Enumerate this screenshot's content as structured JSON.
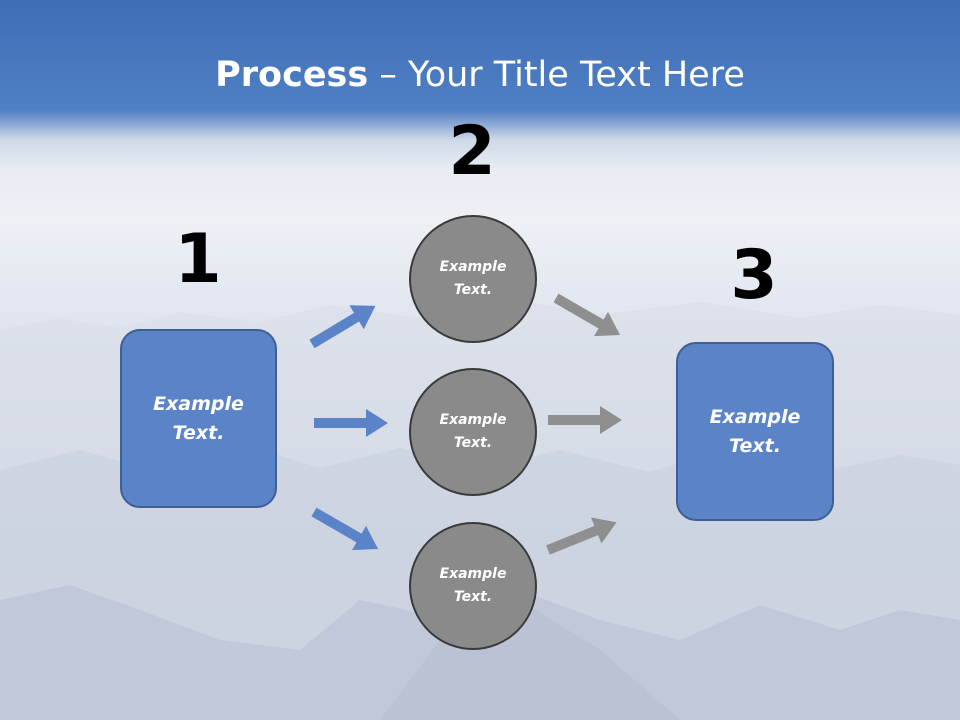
{
  "colors": {
    "box_fill": "#5b84c8",
    "circle_fill": "#8a8a8a",
    "blue_arrow": "#5b84c8",
    "gray_arrow": "#8f8f8f"
  },
  "title": {
    "bold": "Process",
    "rest": " – Your Title Text Here"
  },
  "step_numbers": {
    "one": "1",
    "two": "2",
    "three": "3"
  },
  "left_box": {
    "text": "Example\nText."
  },
  "right_box": {
    "text": "Example\nText."
  },
  "circles": [
    {
      "text": "Example\nText."
    },
    {
      "text": "Example\nText."
    },
    {
      "text": "Example\nText."
    }
  ],
  "icons": {
    "arrow": "block-arrow-icon"
  }
}
